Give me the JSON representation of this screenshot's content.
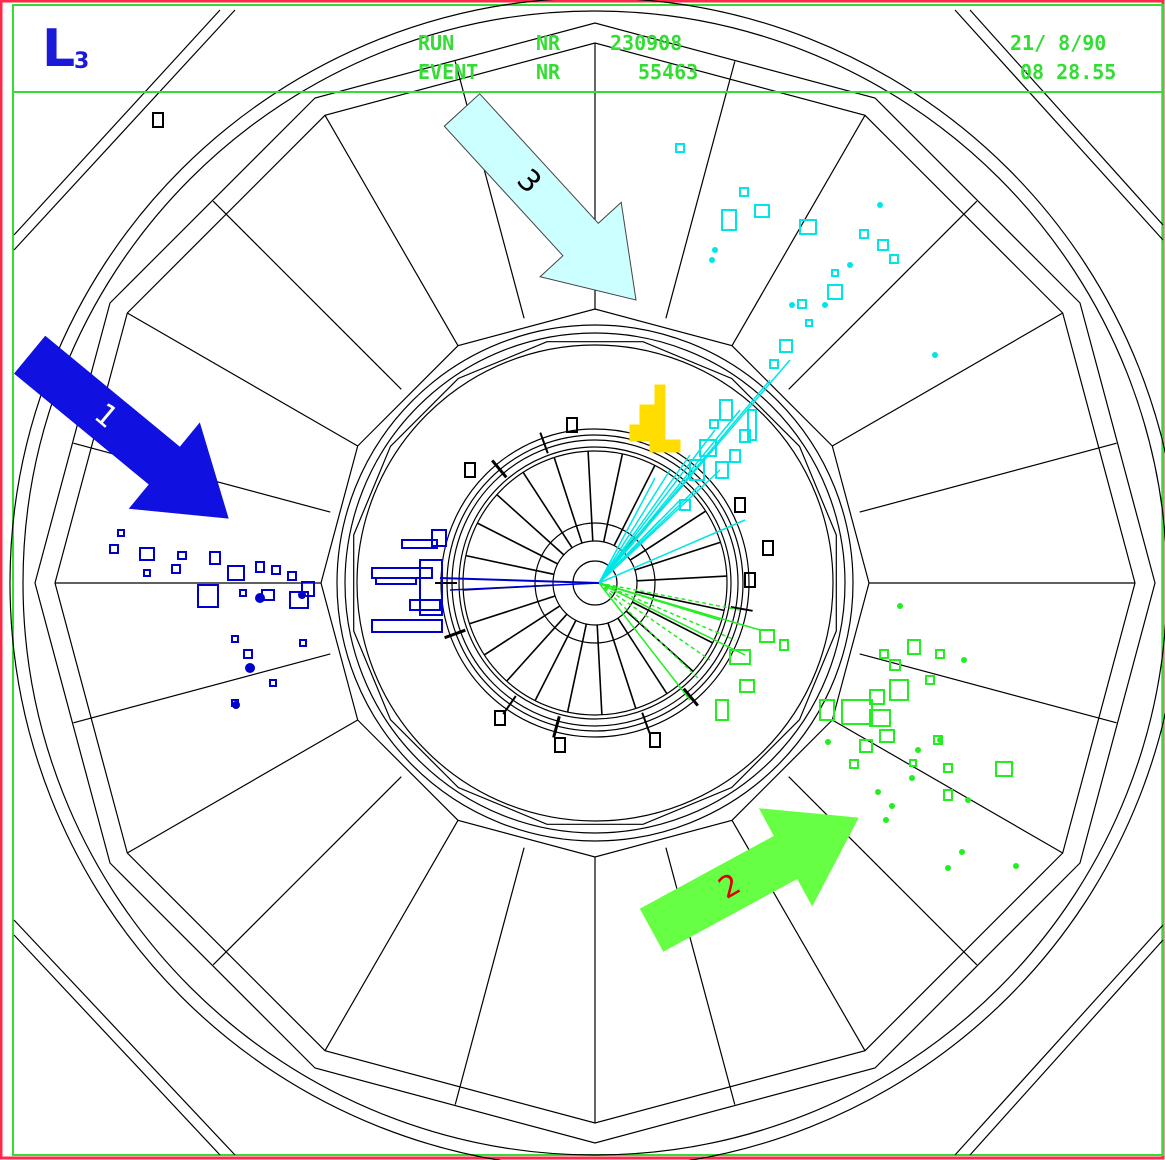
{
  "header": {
    "logo": "L",
    "logo_subscript": "3",
    "run_label": "RUN",
    "event_label": "EVENT",
    "nr_label_run": "NR",
    "nr_label_event": "NR",
    "run_number": "230908",
    "event_number": "55463",
    "date": "21/ 8/90",
    "time": "08 28.55"
  },
  "arrows": [
    {
      "label": "1",
      "color": "#1010e0",
      "label_color": "#ffffff"
    },
    {
      "label": "2",
      "color": "#66ff44",
      "label_color": "#dd0000"
    },
    {
      "label": "3",
      "color": "#ccffff",
      "label_color": "#000000"
    }
  ],
  "jets": [
    {
      "name": "jet-1",
      "color": "#0000cc"
    },
    {
      "name": "jet-2",
      "color": "#22ee22"
    },
    {
      "name": "jet-3",
      "color": "#00e5e5"
    },
    {
      "name": "photon-cluster",
      "color": "#ffdd00"
    }
  ]
}
